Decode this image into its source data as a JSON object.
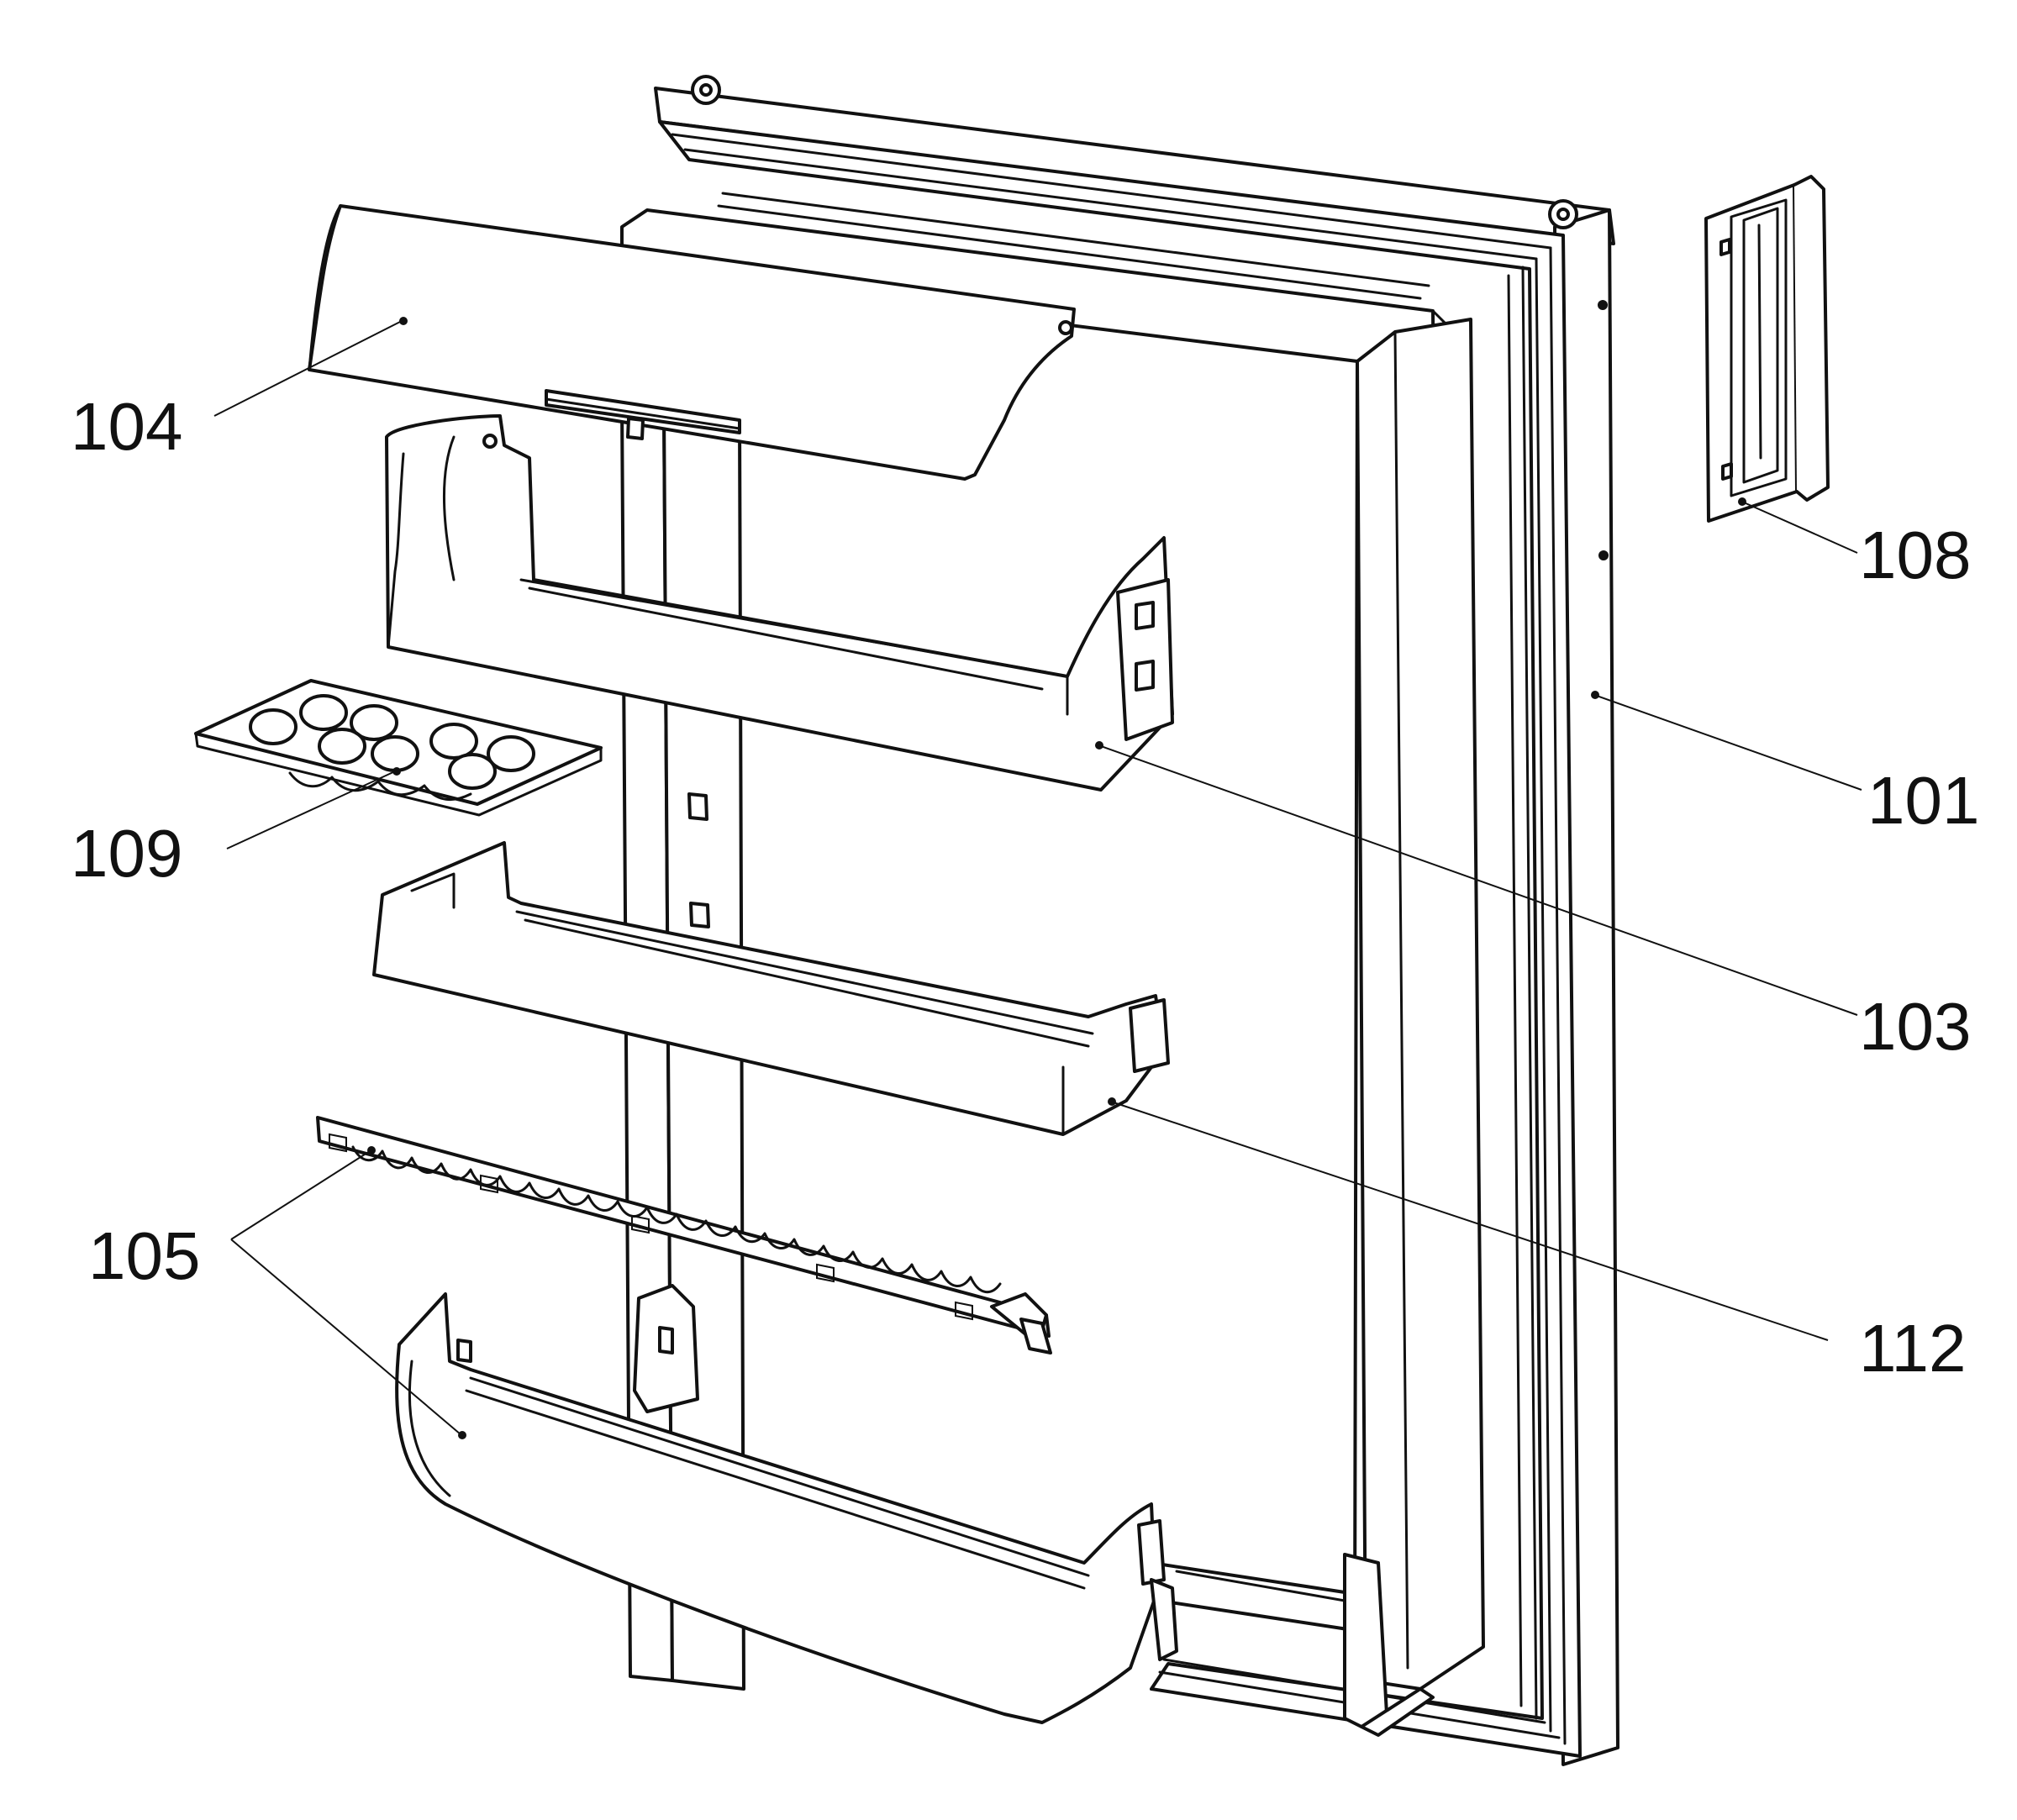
{
  "colors": {
    "line": "#111111",
    "background": "#ffffff"
  },
  "callouts": {
    "c104": "104",
    "c109": "109",
    "c105": "105",
    "c108": "108",
    "c101": "101",
    "c103": "103",
    "c112": "112"
  }
}
